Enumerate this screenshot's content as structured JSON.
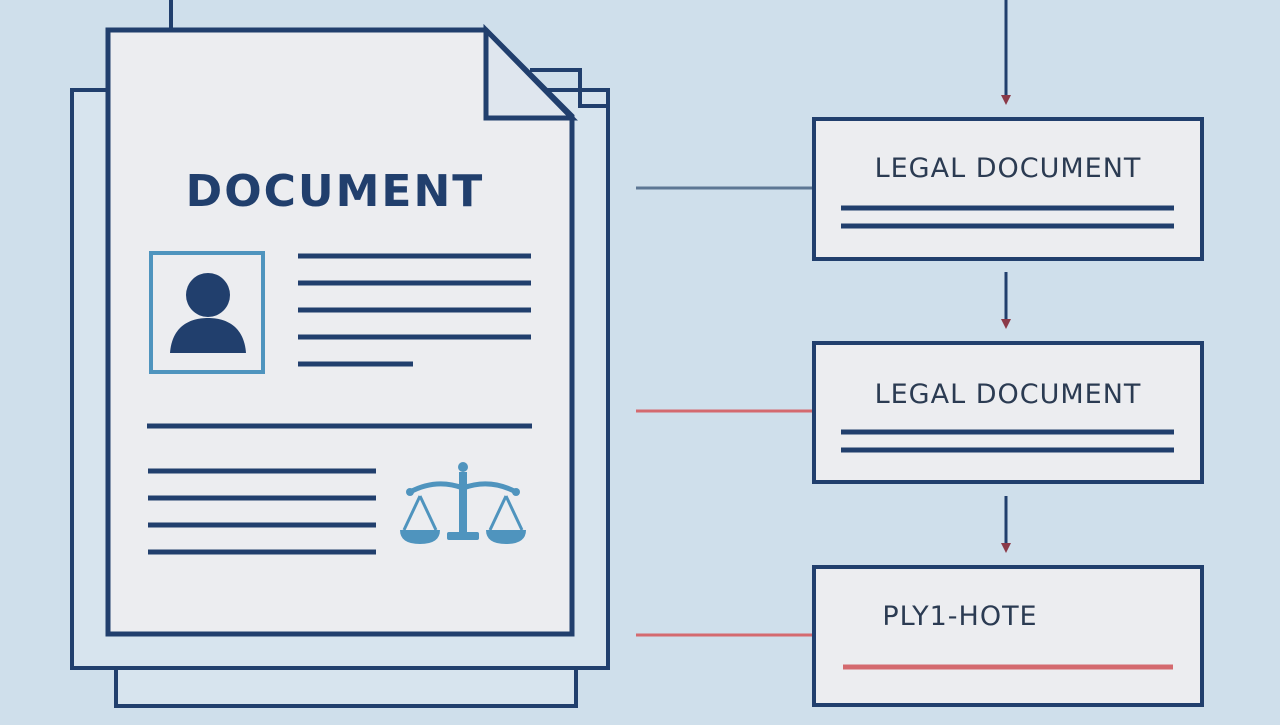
{
  "document": {
    "heading": "DOCUMENT",
    "photo_icon": "person-avatar-icon",
    "emblem_icon": "scales-of-justice-icon"
  },
  "cards": [
    {
      "title": "LEGAL DOCUMENT",
      "connector_color": "#5d7794",
      "underline_color": "#213f6d"
    },
    {
      "title": "LEGAL DOCUMENT",
      "connector_color": "#d46a6f",
      "underline_color": "#213f6d"
    },
    {
      "title": "PLY1-HOTE",
      "connector_color": "#d46a6f",
      "underline_color": "#d46a6f"
    }
  ],
  "colors": {
    "background": "#cfdfeb",
    "outline": "#213f6d",
    "paper": "#ecedf0",
    "accent_blue": "#4f94be",
    "arrow": "#213f6d"
  }
}
